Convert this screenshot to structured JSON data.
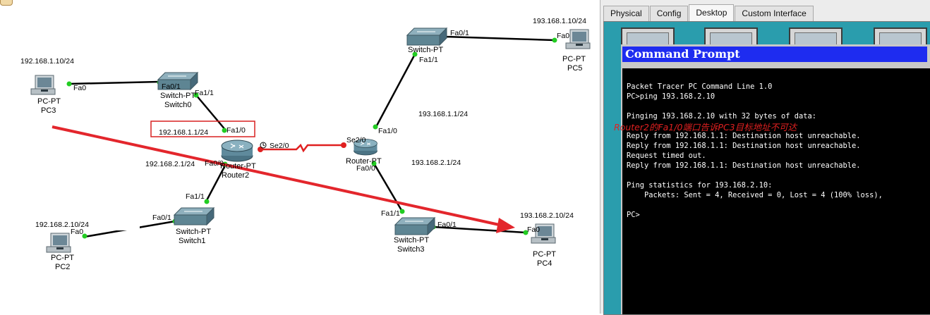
{
  "topology": {
    "devices": {
      "pc3": {
        "model": "PC-PT",
        "name": "PC3",
        "ip": "192.168.1.10/24",
        "port": "Fa0"
      },
      "switch0": {
        "model": "Switch-PT",
        "name": "Switch0",
        "port_a": "Fa0/1",
        "port_b": "Fa1/1"
      },
      "router2": {
        "model": "Router-PT",
        "name": "Router2",
        "fa1_ip": "192.168.1.1/24",
        "fa1_port": "Fa1/0",
        "fa0_ip": "192.168.2.1/24",
        "fa0_port": "Fa0/0",
        "se_port": "Se2/0"
      },
      "switch1": {
        "model": "Switch-PT",
        "name": "Switch1",
        "port_a": "Fa1/1",
        "port_b": "Fa0/1"
      },
      "pc2": {
        "model": "PC-PT",
        "name": "PC2",
        "ip": "192.168.2.10/24",
        "port": "Fa0"
      },
      "switch2": {
        "model": "Switch-PT",
        "port_a": "Fa0/1",
        "port_b": "Fa1/1"
      },
      "pc5": {
        "model": "PC-PT",
        "name": "PC5",
        "ip": "193.168.1.10/24",
        "port": "Fa0"
      },
      "router_r": {
        "model": "Router-PT",
        "se_port": "Se2/0",
        "fa1_port": "Fa1/0",
        "fa0_port": "Fa0/0",
        "fa1_ip": "193.168.1.1/24",
        "fa0_ip": "193.168.2.1/24"
      },
      "switch3": {
        "model": "Switch-PT",
        "name": "Switch3",
        "port_a": "Fa1/1",
        "port_b": "Fa0/1"
      },
      "pc4": {
        "model": "PC-PT",
        "name": "PC4",
        "ip": "193.168.2.10/24",
        "port": "Fa0"
      }
    },
    "annotation": "Router2的Fa1/0端口告诉PC3目标地址不可达",
    "colors": {
      "link": "#000000",
      "serial": "#e02020",
      "port_dot": "#22cc22",
      "arrow": "#e3262c",
      "highlight_box": "#d92020"
    }
  },
  "panel": {
    "tabs": [
      {
        "label": "Physical",
        "active": false
      },
      {
        "label": "Config",
        "active": false
      },
      {
        "label": "Desktop",
        "active": true
      },
      {
        "label": "Custom Interface",
        "active": false
      }
    ],
    "command_prompt": {
      "title": "Command Prompt",
      "lines": [
        "Packet Tracer PC Command Line 1.0",
        "PC>ping 193.168.2.10",
        "",
        "Pinging 193.168.2.10 with 32 bytes of data:",
        "",
        "Reply from 192.168.1.1: Destination host unreachable.",
        "Reply from 192.168.1.1: Destination host unreachable.",
        "Request timed out.",
        "Reply from 192.168.1.1: Destination host unreachable.",
        "",
        "Ping statistics for 193.168.2.10:",
        "    Packets: Sent = 4, Received = 0, Lost = 4 (100% loss),",
        "",
        "PC>"
      ]
    }
  }
}
